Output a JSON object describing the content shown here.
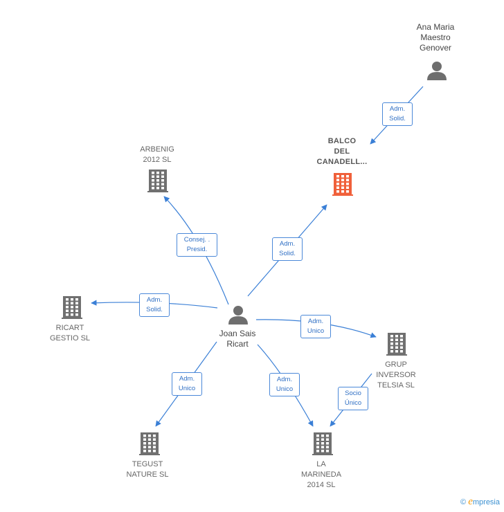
{
  "colors": {
    "edge": "#3a7fd6",
    "company": "#707070",
    "company_highlight": "#f0603a",
    "person": "#6e6e6e"
  },
  "nodes": {
    "ana": {
      "label": "Ana Maria\nMaestro\nGenover",
      "kind": "person",
      "icon": "person-icon"
    },
    "balco": {
      "label": "BALCO\nDEL\nCANADELL...",
      "kind": "company-highlight",
      "icon": "building-icon"
    },
    "arbenig": {
      "label": "ARBENIG\n2012 SL",
      "kind": "company",
      "icon": "building-icon"
    },
    "ricart": {
      "label": "RICART\nGESTIO SL",
      "kind": "company",
      "icon": "building-icon"
    },
    "joan": {
      "label": "Joan Sais\nRicart",
      "kind": "person",
      "icon": "person-icon"
    },
    "grup": {
      "label": "GRUP\nINVERSOR\nTELSIA SL",
      "kind": "company",
      "icon": "building-icon"
    },
    "tegust": {
      "label": "TEGUST\nNATURE SL",
      "kind": "company",
      "icon": "building-icon"
    },
    "marineda": {
      "label": "LA\nMARINEDA\n2014 SL",
      "kind": "company",
      "icon": "building-icon"
    }
  },
  "edges": {
    "ana_balco": "Adm.\nSolid.",
    "joan_arbenig": "Consej. .\nPresid.",
    "joan_balco": "Adm.\nSolid.",
    "joan_ricart": "Adm.\nSolid.",
    "joan_grup": "Adm.\nUnico",
    "joan_tegust": "Adm.\nUnico",
    "joan_marineda": "Adm.\nUnico",
    "grup_marineda": "Socio\nÚnico"
  },
  "footer": {
    "copyright": "©",
    "brand_initial": "e",
    "brand_rest": "mpresia"
  }
}
